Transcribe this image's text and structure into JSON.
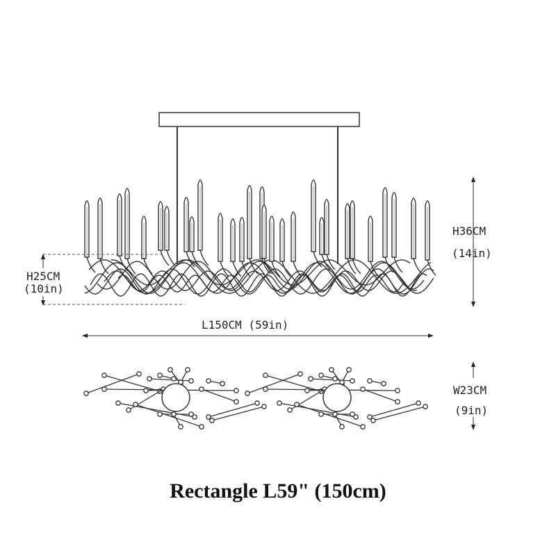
{
  "dimensions": {
    "total_height": {
      "cm": "H36CM",
      "in": "(14in)"
    },
    "arm_height": {
      "cm": "H25CM",
      "in": "(10in)"
    },
    "length": {
      "label": "L150CM (59in)"
    },
    "width": {
      "cm": "W23CM",
      "in": "(9in)"
    }
  },
  "caption": "Rectangle L59\" (150cm)"
}
